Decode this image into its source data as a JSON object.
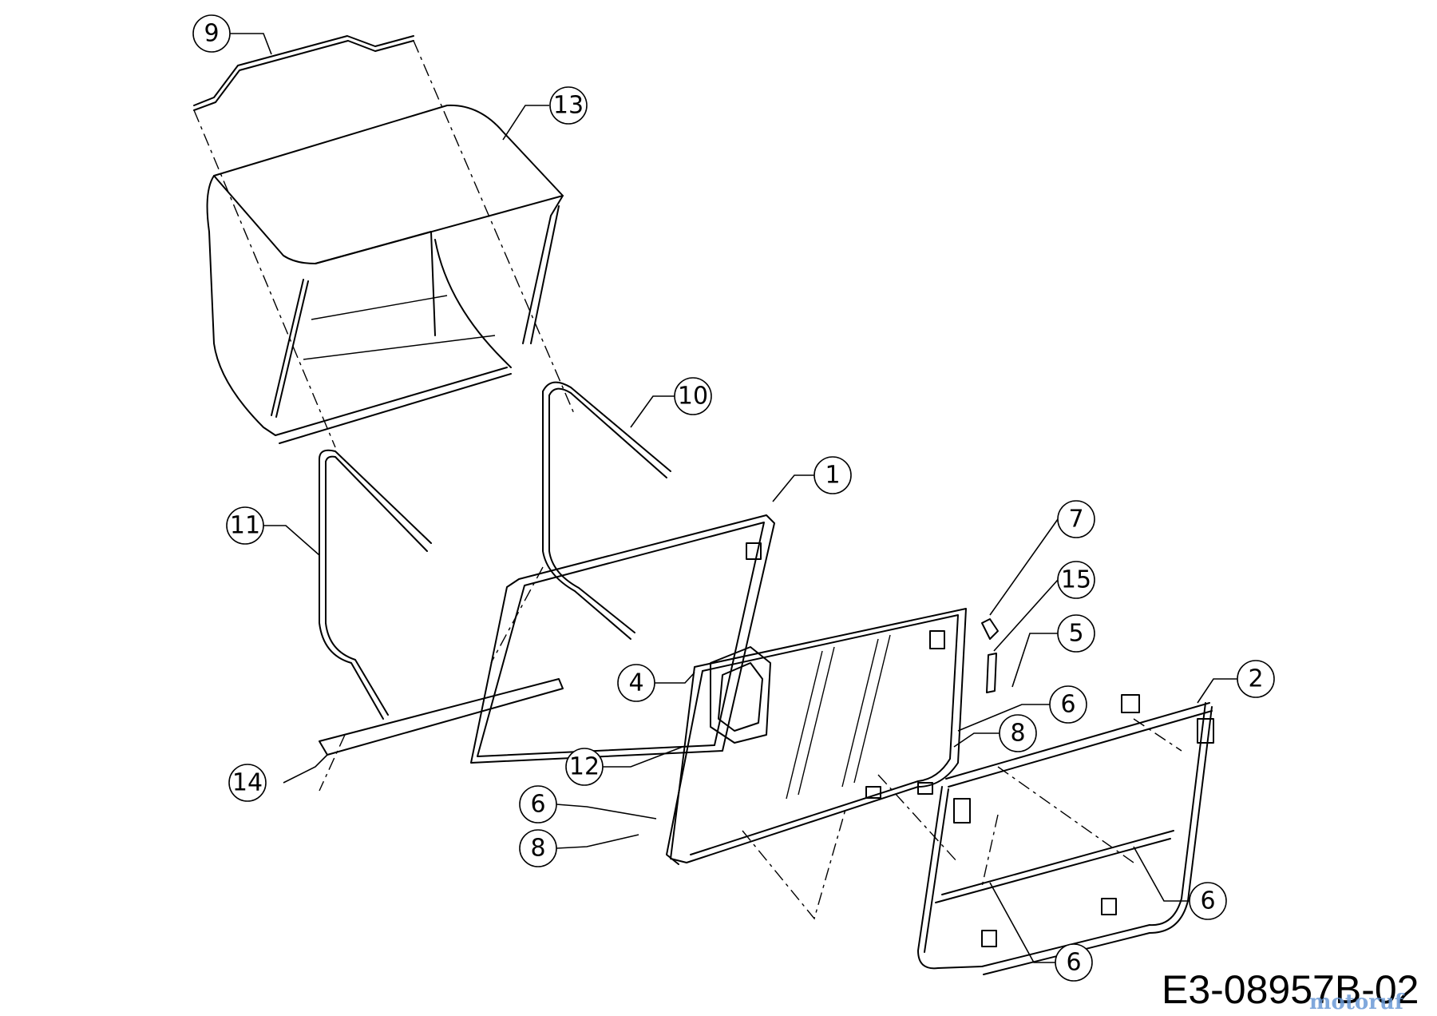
{
  "diagram": {
    "drawing_code": "E3-08957B-02",
    "watermark": "motoruf",
    "callouts": [
      {
        "id": "c9",
        "label": "9"
      },
      {
        "id": "c13",
        "label": "13"
      },
      {
        "id": "c10",
        "label": "10"
      },
      {
        "id": "c1",
        "label": "1"
      },
      {
        "id": "c11",
        "label": "11"
      },
      {
        "id": "c7",
        "label": "7"
      },
      {
        "id": "c15",
        "label": "15"
      },
      {
        "id": "c5",
        "label": "5"
      },
      {
        "id": "c4",
        "label": "4"
      },
      {
        "id": "c2",
        "label": "2"
      },
      {
        "id": "c6a",
        "label": "6"
      },
      {
        "id": "c8a",
        "label": "8"
      },
      {
        "id": "c12",
        "label": "12"
      },
      {
        "id": "c14",
        "label": "14"
      },
      {
        "id": "c6b",
        "label": "6"
      },
      {
        "id": "c8b",
        "label": "8"
      },
      {
        "id": "c6c",
        "label": "6"
      },
      {
        "id": "c6d",
        "label": "6"
      }
    ]
  }
}
